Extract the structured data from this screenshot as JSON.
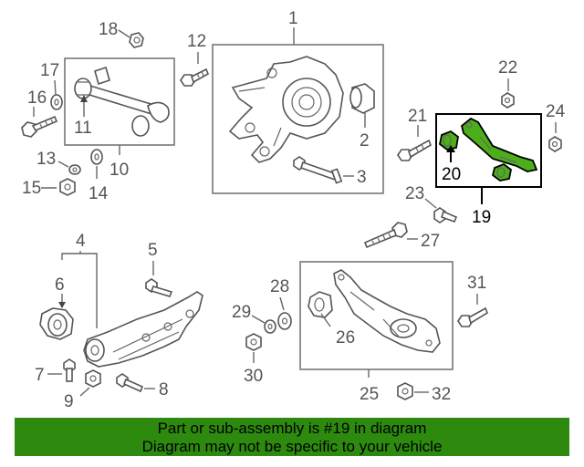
{
  "callouts": {
    "n1": "1",
    "n2": "2",
    "n3": "3",
    "n4": "4",
    "n5": "5",
    "n6": "6",
    "n7": "7",
    "n8": "8",
    "n9": "9",
    "n10": "10",
    "n11": "11",
    "n12": "12",
    "n13": "13",
    "n14": "14",
    "n15": "15",
    "n16": "16",
    "n17": "17",
    "n18": "18",
    "n19": "19",
    "n20": "20",
    "n21": "21",
    "n22": "22",
    "n23": "23",
    "n24": "24",
    "n25": "25",
    "n26": "26",
    "n27": "27",
    "n28": "28",
    "n29": "29",
    "n30": "30",
    "n31": "31",
    "n32": "32"
  },
  "highlight": {
    "parts": [
      "19",
      "20"
    ],
    "color": "#4caf1a"
  },
  "banner": {
    "line1": "Part or sub-assembly is #19 in diagram",
    "line2": "Diagram may not be specific to your vehicle",
    "background": "#2e8a0f"
  }
}
